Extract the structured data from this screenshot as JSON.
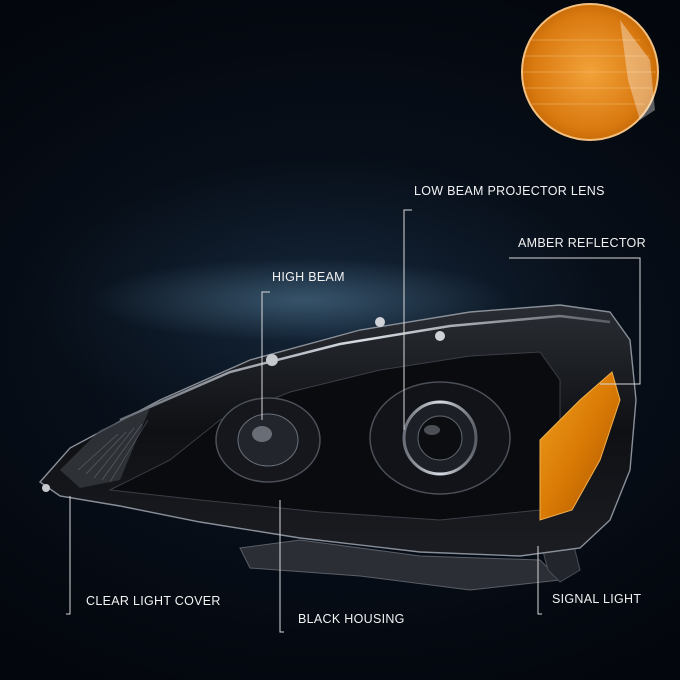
{
  "callouts": {
    "low_beam": "LOW BEAM PROJECTOR LENS",
    "amber_reflector": "AMBER REFLECTOR",
    "high_beam": "HIGH BEAM",
    "clear_cover": "CLEAR LIGHT COVER",
    "black_housing": "BLACK HOUSING",
    "signal_light": "SIGNAL LIGHT"
  },
  "colors": {
    "background": "#03060c",
    "label_text": "#f2f2f2",
    "leader_line": "#d8d8d8",
    "amber": "#e08a10",
    "inset_ring": "#f3c080"
  }
}
